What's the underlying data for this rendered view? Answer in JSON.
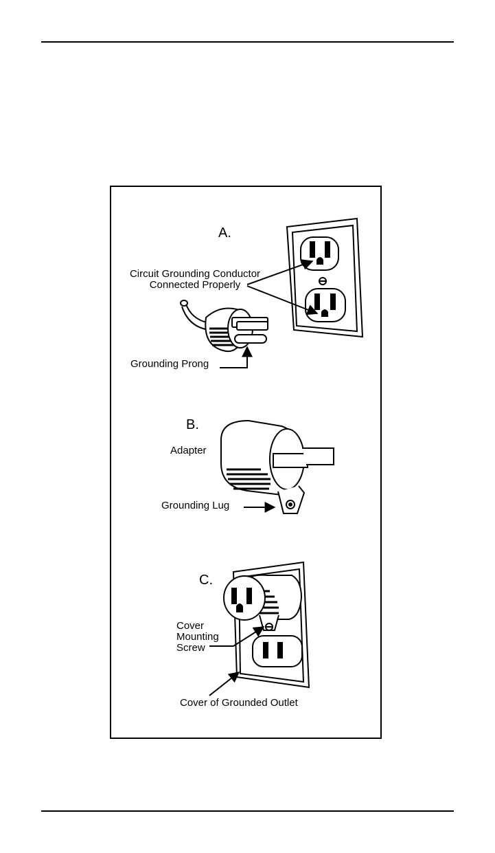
{
  "figure": {
    "panel_a": {
      "letter": "A.",
      "conductor_label_line1": "Circuit Grounding Conductor",
      "conductor_label_line2": "Connected Properly",
      "prong_label": "Grounding Prong"
    },
    "panel_b": {
      "letter": "B.",
      "adapter_label": "Adapter",
      "lug_label": "Grounding Lug"
    },
    "panel_c": {
      "letter": "C.",
      "screw_label_line1": "Cover",
      "screw_label_line2": "Mounting",
      "screw_label_line3": "Screw",
      "cover_label": "Cover of Grounded Outlet"
    }
  }
}
